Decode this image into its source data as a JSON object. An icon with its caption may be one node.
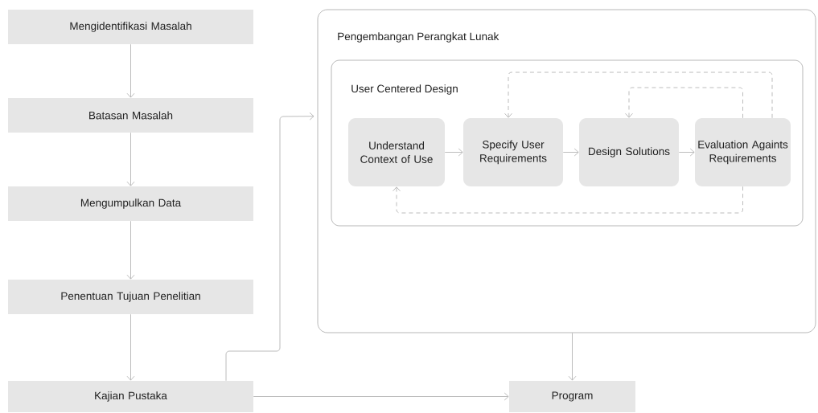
{
  "diagram": {
    "nodes": [
      {
        "text": [
          "Mengidentifikasi Masalah"
        ]
      },
      {
        "text": [
          "Batasan Masalah"
        ]
      },
      {
        "text": [
          "Mengumpulkan Data"
        ]
      },
      {
        "text": [
          "Penentuan Tujuan Penelitian"
        ]
      },
      {
        "text": [
          "Kajian Pustaka"
        ]
      },
      {
        "text": [
          "Pengembangan Perangkat Lunak"
        ]
      },
      {
        "text": [
          "User Centered Design"
        ],
        "in": 5
      },
      {
        "text": [
          "Understand Context of Use"
        ],
        "in": 6
      },
      {
        "text": [
          "Specify User Requirements"
        ],
        "in": 6
      },
      {
        "text": [
          "Design Solutions"
        ],
        "in": 6
      },
      {
        "text": [
          "Evaluation Againts Requirements"
        ],
        "in": 6
      },
      {
        "text": [
          "Program"
        ]
      }
    ],
    "edges": [
      {
        "from": 0,
        "to": 1,
        "arrow": "to"
      },
      {
        "from": 1,
        "to": 2,
        "arrow": "to"
      },
      {
        "from": 2,
        "to": 3,
        "arrow": "to"
      },
      {
        "from": 3,
        "to": 4,
        "arrow": "to"
      },
      {
        "from": 4,
        "to": 5,
        "arrow": "to"
      },
      {
        "from": 5,
        "to": 11,
        "arrow": "to"
      },
      {
        "from": 4,
        "to": 11,
        "arrow": "to"
      },
      {
        "from": 7,
        "to": 8,
        "arrow": "to"
      },
      {
        "from": 8,
        "to": 9,
        "arrow": "to"
      },
      {
        "from": 9,
        "to": 10,
        "arrow": "to"
      },
      {
        "from": 10,
        "to": 8,
        "arrow": "to",
        "style": "dashed"
      },
      {
        "from": 10,
        "to": 9,
        "arrow": "to",
        "style": "dashed"
      },
      {
        "from": 10,
        "to": 7,
        "arrow": "to",
        "style": "dashed"
      }
    ]
  }
}
